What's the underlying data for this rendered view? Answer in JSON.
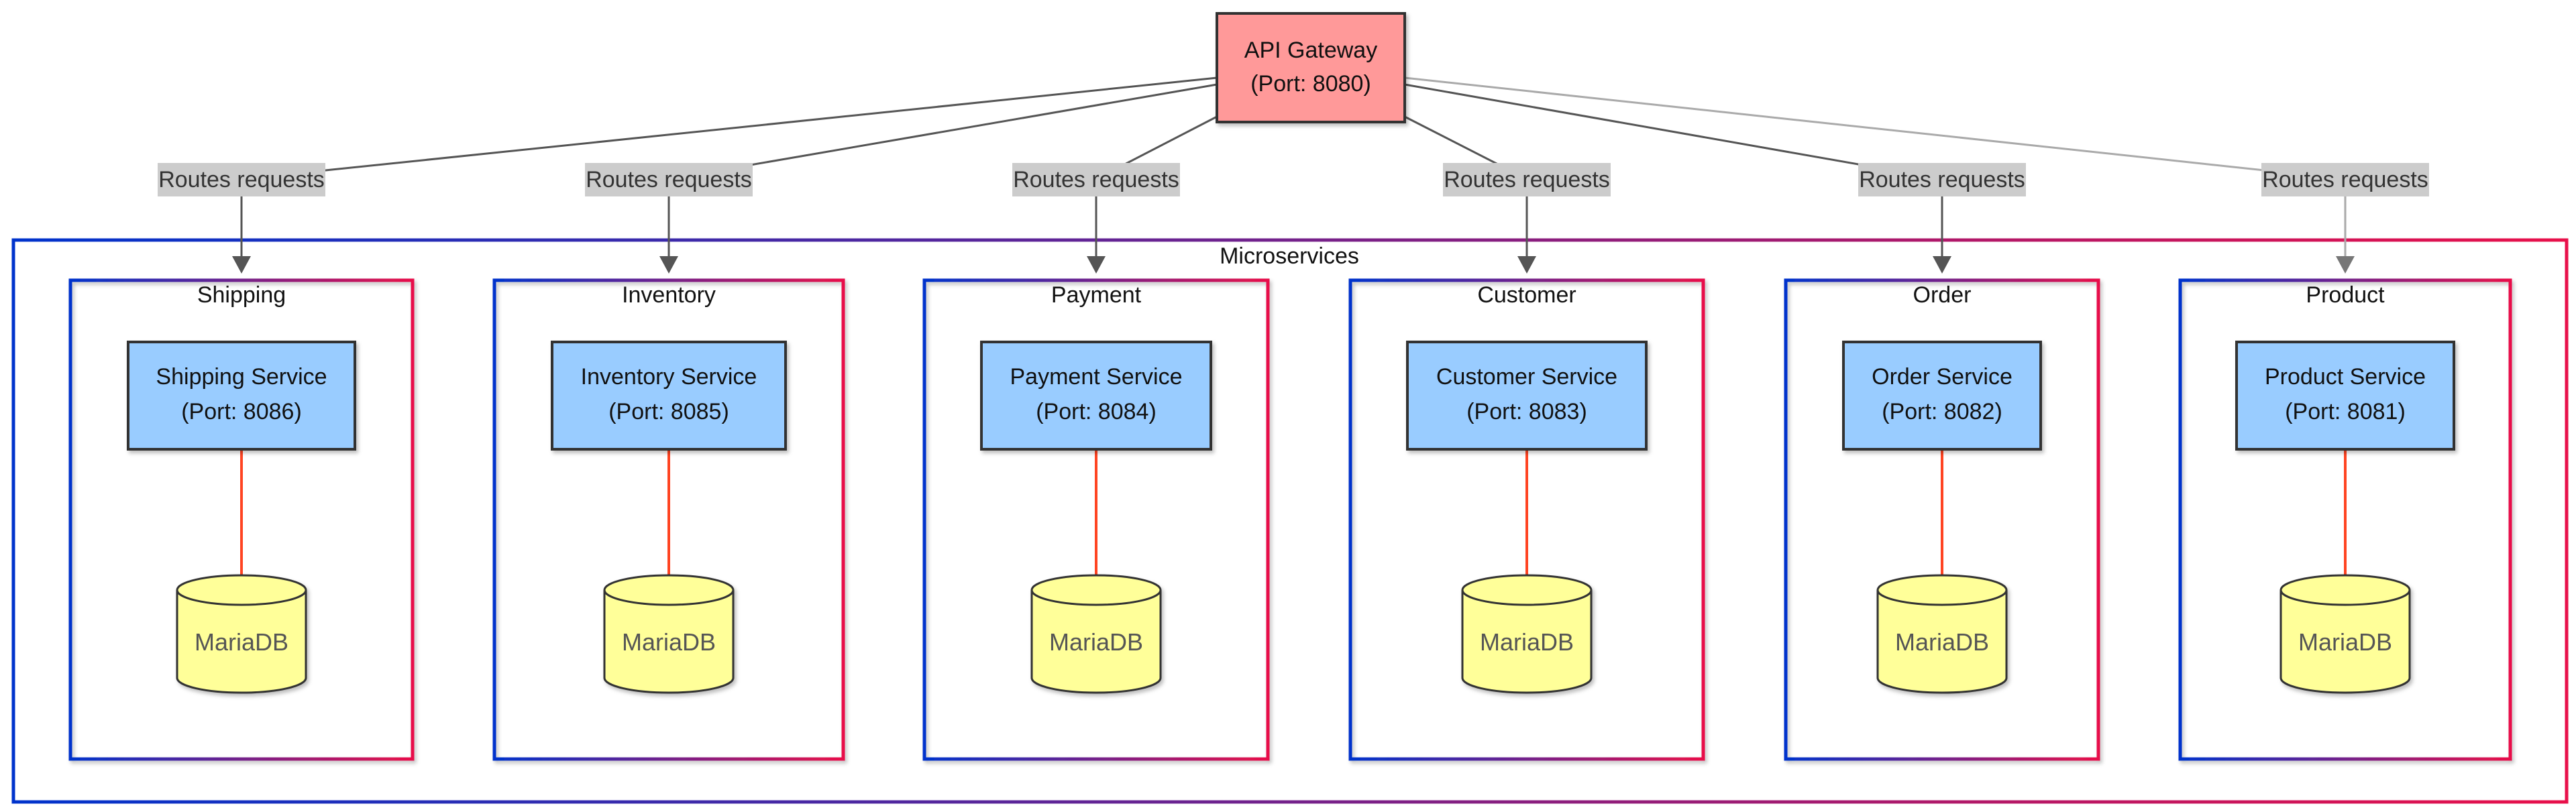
{
  "gateway": {
    "title": "API Gateway",
    "port": "(Port: 8080)",
    "color": "#ff9999"
  },
  "edge_label": "Routes requests",
  "outer_group": {
    "label": "Microservices"
  },
  "services": [
    {
      "group": "Shipping",
      "name": "Shipping Service",
      "port": "(Port: 8086)",
      "db": "MariaDB"
    },
    {
      "group": "Inventory",
      "name": "Inventory Service",
      "port": "(Port: 8085)",
      "db": "MariaDB"
    },
    {
      "group": "Payment",
      "name": "Payment Service",
      "port": "(Port: 8084)",
      "db": "MariaDB"
    },
    {
      "group": "Customer",
      "name": "Customer Service",
      "port": "(Port: 8083)",
      "db": "MariaDB"
    },
    {
      "group": "Order",
      "name": "Order Service",
      "port": "(Port: 8082)",
      "db": "MariaDB"
    },
    {
      "group": "Product",
      "name": "Product Service",
      "port": "(Port: 8081)",
      "db": "MariaDB"
    }
  ],
  "colors": {
    "service_fill": "#99ccff",
    "db_fill": "#ffff99",
    "edge_label_bg": "#cccccc",
    "gradient_start": "#0033cc",
    "gradient_end": "#e8104a",
    "db_link": "#ff4422"
  }
}
